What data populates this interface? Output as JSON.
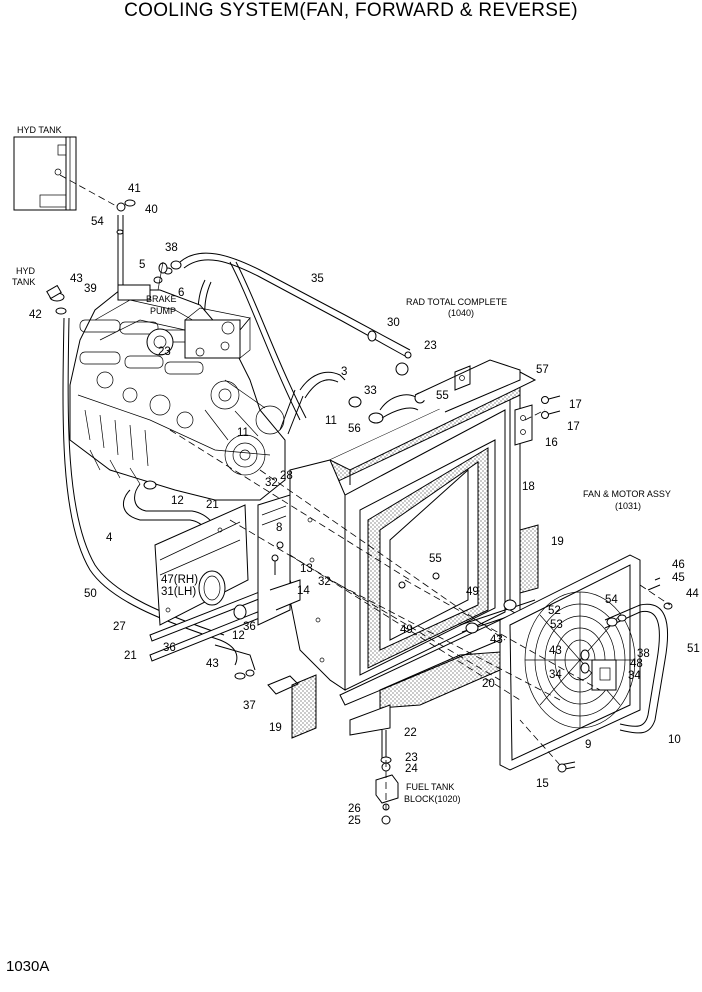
{
  "title": "COOLING SYSTEM(FAN, FORWARD & REVERSE)",
  "page_code": "1030A",
  "notes": {
    "hyd_tank_box": "HYD TANK",
    "hyd_tank_1": "HYD",
    "hyd_tank_2": "TANK",
    "brake_pump_1": "BRAKE",
    "brake_pump_2": "PUMP",
    "rad_1": "RAD TOTAL COMPLETE",
    "rad_2": "(1040)",
    "fan_1": "FAN & MOTOR ASSY",
    "fan_2": "(1031)",
    "fuel_1": "FUEL TANK",
    "fuel_2": "BLOCK(1020)",
    "rh": "47(RH)",
    "lh": "31(LH)"
  },
  "callouts": [
    "41",
    "40",
    "54",
    "38",
    "5",
    "6",
    "43",
    "39",
    "42",
    "35",
    "30",
    "23",
    "3",
    "57",
    "23",
    "33",
    "55",
    "11",
    "17",
    "17",
    "16",
    "56",
    "11",
    "12",
    "21",
    "28",
    "32",
    "18",
    "4",
    "8",
    "55",
    "19",
    "13",
    "14",
    "32",
    "50",
    "27",
    "36",
    "12",
    "49",
    "49",
    "52",
    "53",
    "54",
    "46",
    "45",
    "44",
    "43",
    "43",
    "34",
    "38",
    "48",
    "34",
    "51",
    "21",
    "36",
    "43",
    "37",
    "20",
    "19",
    "22",
    "23",
    "24",
    "26",
    "25",
    "9",
    "10",
    "15"
  ]
}
